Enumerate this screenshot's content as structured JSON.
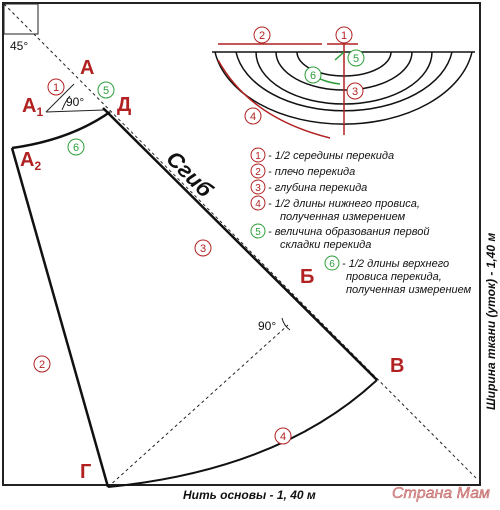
{
  "angles": {
    "corner": "45°",
    "a1_right": "90°",
    "b_right": "90°"
  },
  "points": {
    "A": "A",
    "A1": "A",
    "A1_sub": "1",
    "A2": "A",
    "A2_sub": "2",
    "D": "Д",
    "B": "Б",
    "V": "В",
    "G": "Г"
  },
  "fold_label": "Сгиб",
  "circle_nums": {
    "one": "1",
    "two": "2",
    "three": "3",
    "four": "4",
    "five": "5",
    "six": "6"
  },
  "legend": {
    "item1": "- 1/2 середины перекида",
    "item2": "- плечо перекида",
    "item3": "- глубина перекида",
    "item4_l1": "- 1/2 длины нижнего провиса,",
    "item4_l2": "полученная измерением",
    "item5_l1": "- величина образования первой",
    "item5_l2": "складки перекида",
    "item6_l1": "- 1/2 длины верхнего",
    "item6_l2": "провиса перекида,",
    "item6_l3": "полученная измерением"
  },
  "right_label": "Ширина ткани (уток) - 1,40 м",
  "bottom_label": "Нить основы - 1, 40 м",
  "watermark": "Страна Мам",
  "colors": {
    "red": "#b22222",
    "green": "#2e9e3a",
    "black": "#111111"
  }
}
